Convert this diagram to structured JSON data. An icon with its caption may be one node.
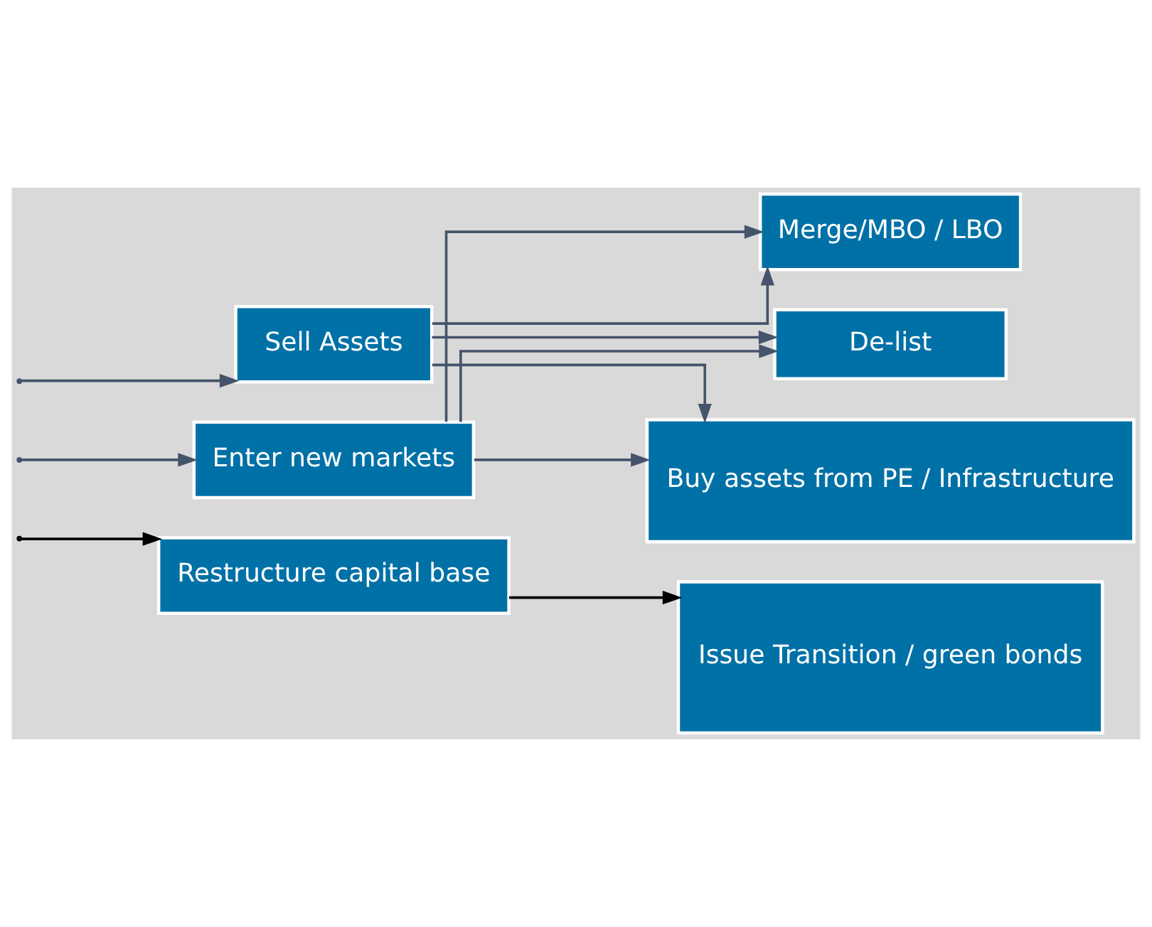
{
  "diagram": {
    "nodes": [
      {
        "text": [
          "Sell Assets"
        ]
      },
      {
        "text": [
          "Enter new markets"
        ]
      },
      {
        "text": [
          "Restructure capital base"
        ]
      },
      {
        "text": [
          "Merge/MBO / LBO"
        ]
      },
      {
        "text": [
          "De-list"
        ]
      },
      {
        "text": [
          "Buy assets from PE / Infrastructure"
        ]
      },
      {
        "text": [
          "Issue Transition / green bonds"
        ]
      }
    ],
    "edges": [
      {
        "from": null,
        "to": 0,
        "arrow": "to"
      },
      {
        "from": null,
        "to": 1,
        "arrow": "to"
      },
      {
        "from": null,
        "to": 2,
        "arrow": "to",
        "color": "#000000"
      },
      {
        "from": 0,
        "to": 3,
        "arrow": "to"
      },
      {
        "from": 0,
        "to": 4,
        "arrow": "to"
      },
      {
        "from": 0,
        "to": 5,
        "arrow": "to"
      },
      {
        "from": 1,
        "to": 3,
        "arrow": "to"
      },
      {
        "from": 1,
        "to": 4,
        "arrow": "to"
      },
      {
        "from": 1,
        "to": 5,
        "arrow": "to"
      },
      {
        "from": 2,
        "to": 6,
        "arrow": "to",
        "color": "#000000"
      }
    ]
  }
}
